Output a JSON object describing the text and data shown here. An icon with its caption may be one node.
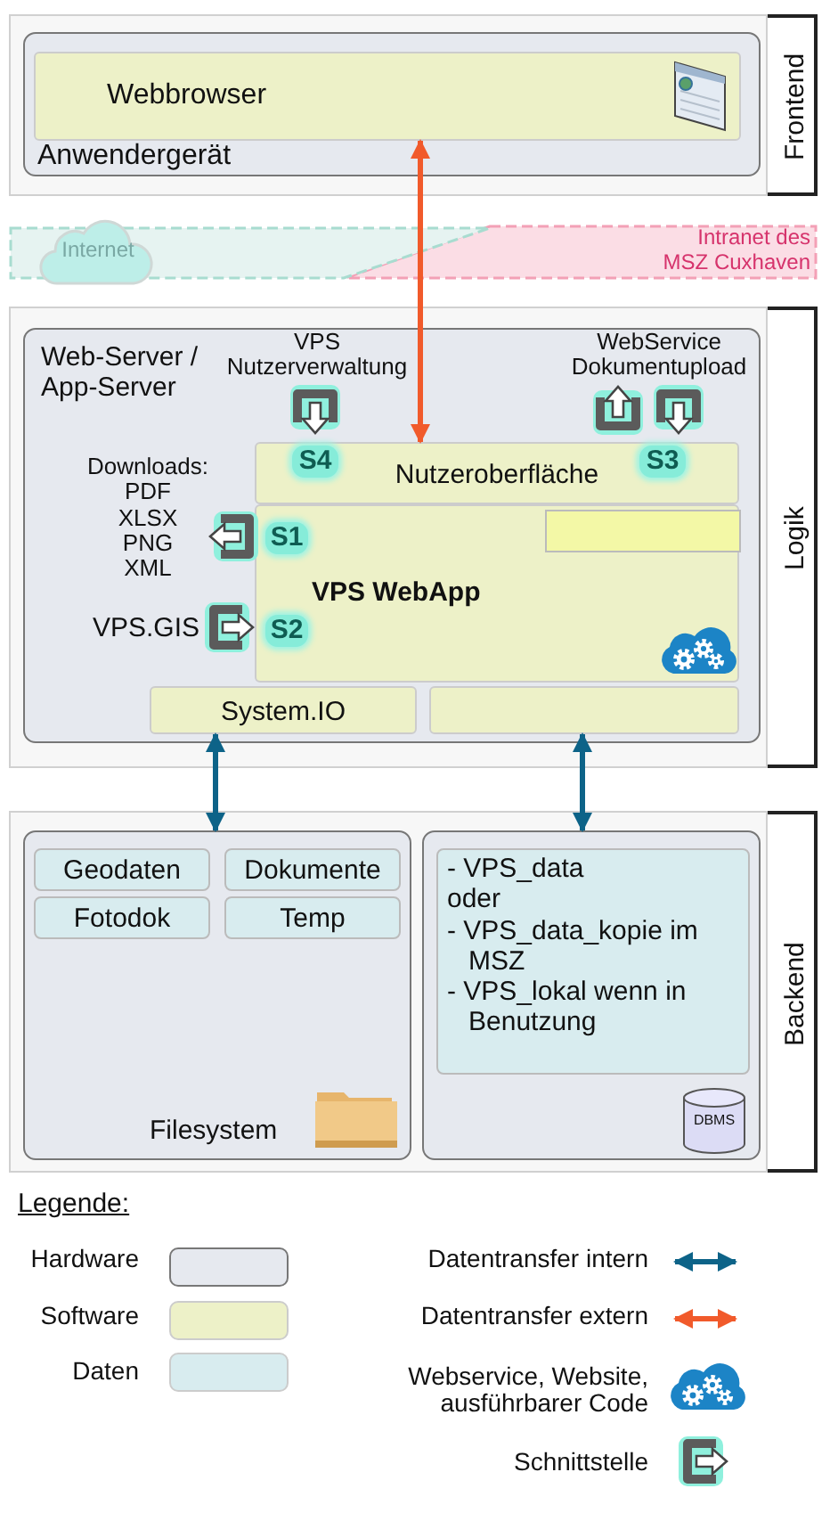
{
  "diagram": {
    "nodes": [
      {
        "text": [
          "Frontend"
        ]
      },
      {
        "text": [
          "Anwendergerät"
        ],
        "in": 0
      },
      {
        "text": [
          "Webbrowser"
        ],
        "in": 1
      },
      {
        "text": [
          "Internet"
        ]
      },
      {
        "text": [
          "Logik"
        ]
      },
      {
        "text": [
          "Web-Server / App-Server"
        ],
        "in": 4
      },
      {
        "text": [
          "S4"
        ],
        "beside": [
          "VPS Nutzerverwaltung"
        ],
        "in": 5
      },
      {
        "text": [
          "S3"
        ],
        "beside": [
          "WebService Dokumentupload"
        ],
        "in": 5
      },
      {
        "text": [
          "Nutzeroberfläche"
        ],
        "in": 5
      },
      {
        "text": [
          "S1"
        ],
        "beside": [
          "Downloads: PDF XLSX PNG XML"
        ],
        "in": 5
      },
      {
        "text": [
          "VPS WebApp"
        ],
        "in": 5
      },
      {
        "text": [],
        "shape": "box",
        "in": 10
      },
      {
        "text": [
          "S2"
        ],
        "beside": [
          "VPS.GIS"
        ],
        "in": 5
      },
      {
        "text": [
          "System.IO"
        ],
        "in": 5
      },
      {
        "text": [],
        "shape": "box",
        "in": 5
      },
      {
        "text": [
          "Backend"
        ]
      },
      {
        "text": [
          "Filesystem"
        ],
        "in": 15
      },
      {
        "text": [
          "Geodaten"
        ],
        "in": 16
      },
      {
        "text": [
          "Dokumente"
        ],
        "in": 16
      },
      {
        "text": [
          "Fotodok"
        ],
        "in": 16
      },
      {
        "text": [
          "Temp"
        ],
        "in": 16
      },
      {
        "text": [],
        "shape": "box",
        "in": 15
      },
      {
        "text": [
          "- VPS_data",
          "oder",
          "- VPS_data_kopie im MSZ",
          "- VPS_lokal wenn in Benutzung"
        ],
        "in": 21
      },
      {
        "text": [
          "DBMS"
        ],
        "in": 21
      }
    ],
    "edges": [
      {
        "from": 2,
        "to": 8,
        "arrow": "both",
        "color": "#f15a2b"
      },
      {
        "from": 13,
        "to": 16,
        "arrow": "both"
      },
      {
        "from": 14,
        "to": 21,
        "arrow": "both"
      }
    ],
    "labels": [
      "Intranet des MSZ Cuxhaven",
      "Legende:"
    ],
    "legend": [
      {
        "text": "Hardware",
        "color": "#e6e9ef"
      },
      {
        "text": "Software",
        "color": "#edf1c8"
      },
      {
        "text": "Daten",
        "color": "#d8ecef"
      },
      {
        "text": "Datentransfer intern"
      },
      {
        "text": "Datentransfer extern"
      },
      {
        "text": "Webservice, Website, ausführbarer Code"
      },
      {
        "text": "Schnittstelle"
      }
    ]
  }
}
